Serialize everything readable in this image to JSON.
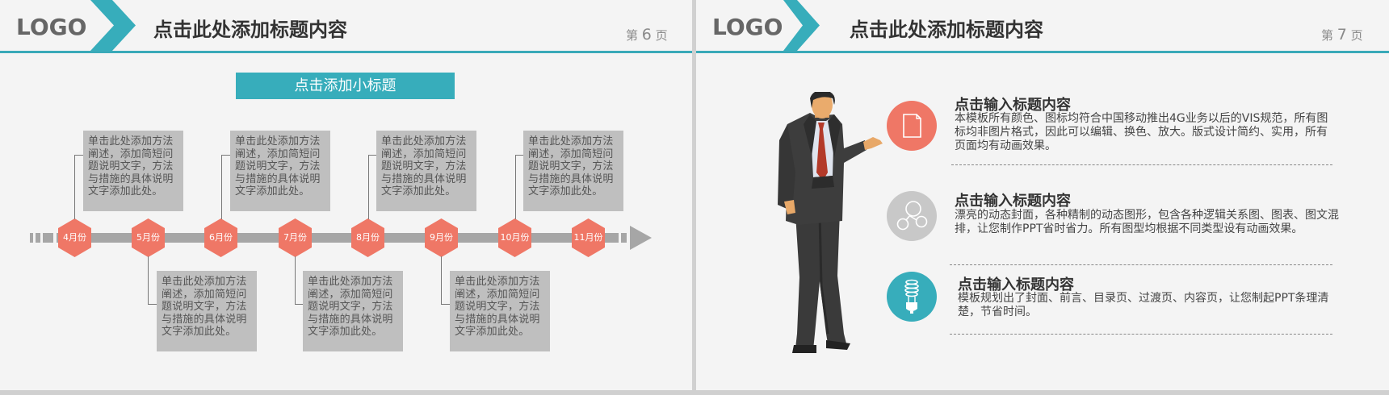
{
  "slides": [
    {
      "logo": "LOGO",
      "title": "点击此处添加标题内容",
      "page": {
        "prefix": "第",
        "number": "6",
        "suffix": "页"
      },
      "subtitle": "点击添加小标题",
      "timeline": {
        "months": [
          "4月份",
          "5月份",
          "6月份",
          "7月份",
          "8月份",
          "9月份",
          "10月份",
          "11月份"
        ],
        "boxes_above": [
          "单击此处添加方法阐述，添加简短问题说明文字，方法与措施的具体说明文字添加此处。",
          "单击此处添加方法阐述，添加简短问题说明文字，方法与措施的具体说明文字添加此处。",
          "单击此处添加方法阐述，添加简短问题说明文字，方法与措施的具体说明文字添加此处。",
          "单击此处添加方法阐述，添加简短问题说明文字，方法与措施的具体说明文字添加此处。"
        ],
        "boxes_below": [
          "单击此处添加方法阐述，添加简短问题说明文字，方法与措施的具体说明文字添加此处。",
          "单击此处添加方法阐述，添加简短问题说明文字，方法与措施的具体说明文字添加此处。",
          "单击此处添加方法阐述，添加简短问题说明文字，方法与措施的具体说明文字添加此处。"
        ]
      }
    },
    {
      "logo": "LOGO",
      "title": "点击此处添加标题内容",
      "page": {
        "prefix": "第",
        "number": "7",
        "suffix": "页"
      },
      "items": [
        {
          "icon": "document-icon",
          "color": "#ef7766",
          "title": "点击输入标题内容",
          "desc": "本模板所有颜色、图标均符合中国移动推出4G业务以后的VIS规范，所有图标均非图片格式，因此可以编辑、换色、放大。版式设计简约、实用，所有页面均有动画效果。"
        },
        {
          "icon": "network-nodes-icon",
          "color": "#c8c8c8",
          "title": "点击输入标题内容",
          "desc": "漂亮的动态封面，各种精制的动态图形，包含各种逻辑关系图、图表、图文混排，让您制作PPT省时省力。所有图型均根据不同类型设有动画效果。"
        },
        {
          "icon": "lightbulb-icon",
          "color": "#37adbb",
          "title": "点击输入标题内容",
          "desc": "模板规划出了封面、前言、目录页、过渡页、内容页，让您制起PPT条理清楚，节省时间。"
        }
      ]
    }
  ],
  "colors": {
    "accent_teal": "#37adbb",
    "accent_coral": "#ef7766",
    "gray_box": "#bfbfbf",
    "background": "#f4f4f4"
  }
}
